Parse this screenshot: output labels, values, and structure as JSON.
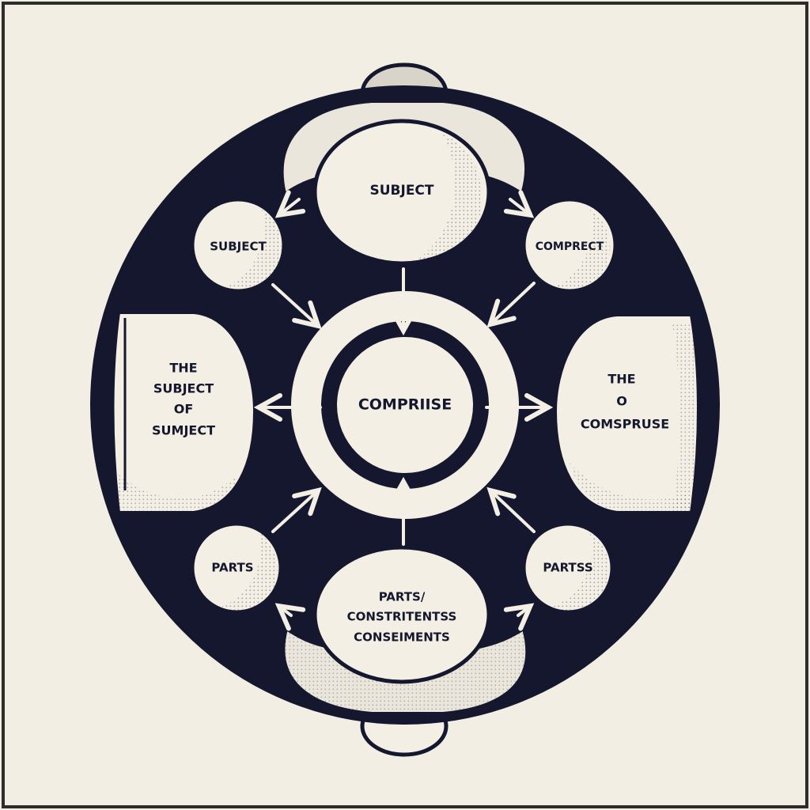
{
  "colors": {
    "background": "#f3eee3",
    "ink": "#15172f",
    "cream": "#f4efe4",
    "shade": "#d9d4ca",
    "frame": "#2c2c2c"
  },
  "nodes": {
    "top": {
      "label": "SUBJECT"
    },
    "top_left": {
      "label": "SUBJECT"
    },
    "top_right": {
      "label": "COMPRECT"
    },
    "left": {
      "lines": [
        "THE",
        "SUBJECT",
        "OF",
        "SUMJECT"
      ]
    },
    "center": {
      "label": "COMPRIISE"
    },
    "right": {
      "lines": [
        "THE",
        "O",
        "COMSPRUSE"
      ]
    },
    "bottom_left": {
      "label": "PARTS"
    },
    "bottom_right": {
      "label": "PARTSS"
    },
    "bottom": {
      "lines": [
        "PARTS/",
        "CONSTRITENTSS",
        "CONSEIMENTS"
      ]
    }
  }
}
